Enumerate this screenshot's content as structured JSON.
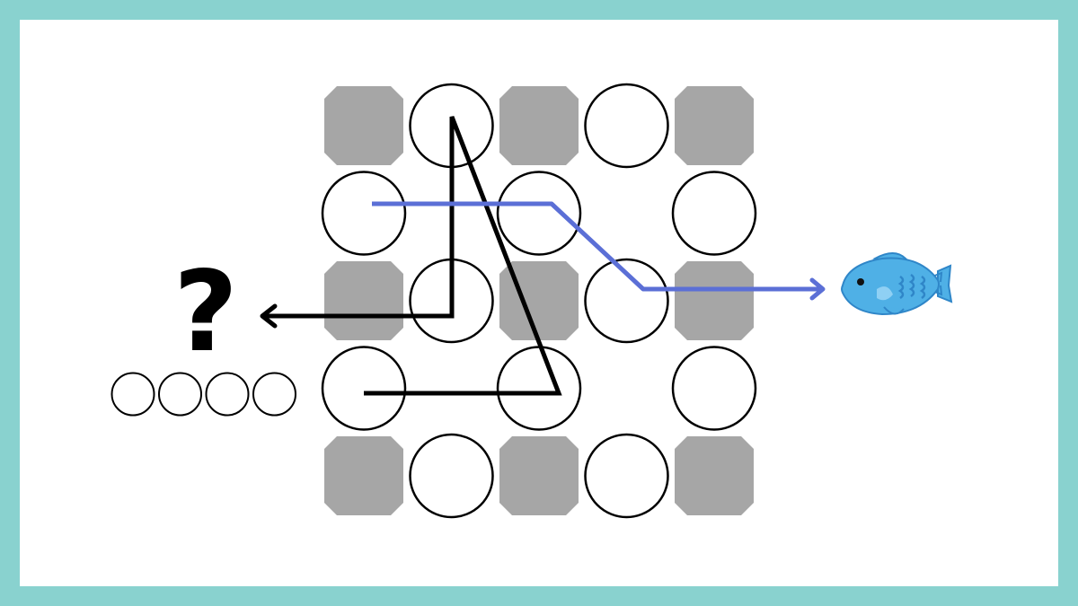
{
  "puzzle": {
    "answer_mark": "?",
    "answer_slot_count": 4,
    "grid_rows": 5,
    "grid_cols": 5,
    "grid": [
      [
        "gray",
        "circle",
        "gray",
        "circle",
        "gray"
      ],
      [
        "circle",
        "empty",
        "circle",
        "empty",
        "circle"
      ],
      [
        "gray",
        "circle",
        "gray",
        "circle",
        "gray"
      ],
      [
        "circle",
        "empty",
        "circle",
        "empty",
        "circle"
      ],
      [
        "gray",
        "circle",
        "gray",
        "circle",
        "gray"
      ]
    ],
    "target_icon": "fish-icon"
  },
  "colors": {
    "frame": "#89d2cf",
    "background": "#ffffff",
    "gray_tile": "#a6a6a6",
    "circle_stroke": "#000000",
    "black_path": "#000000",
    "blue_path": "#5b6fd6",
    "fish_body": "#4fb0e6",
    "fish_dark": "#2f86c8",
    "fish_light": "#8fd0f4"
  }
}
